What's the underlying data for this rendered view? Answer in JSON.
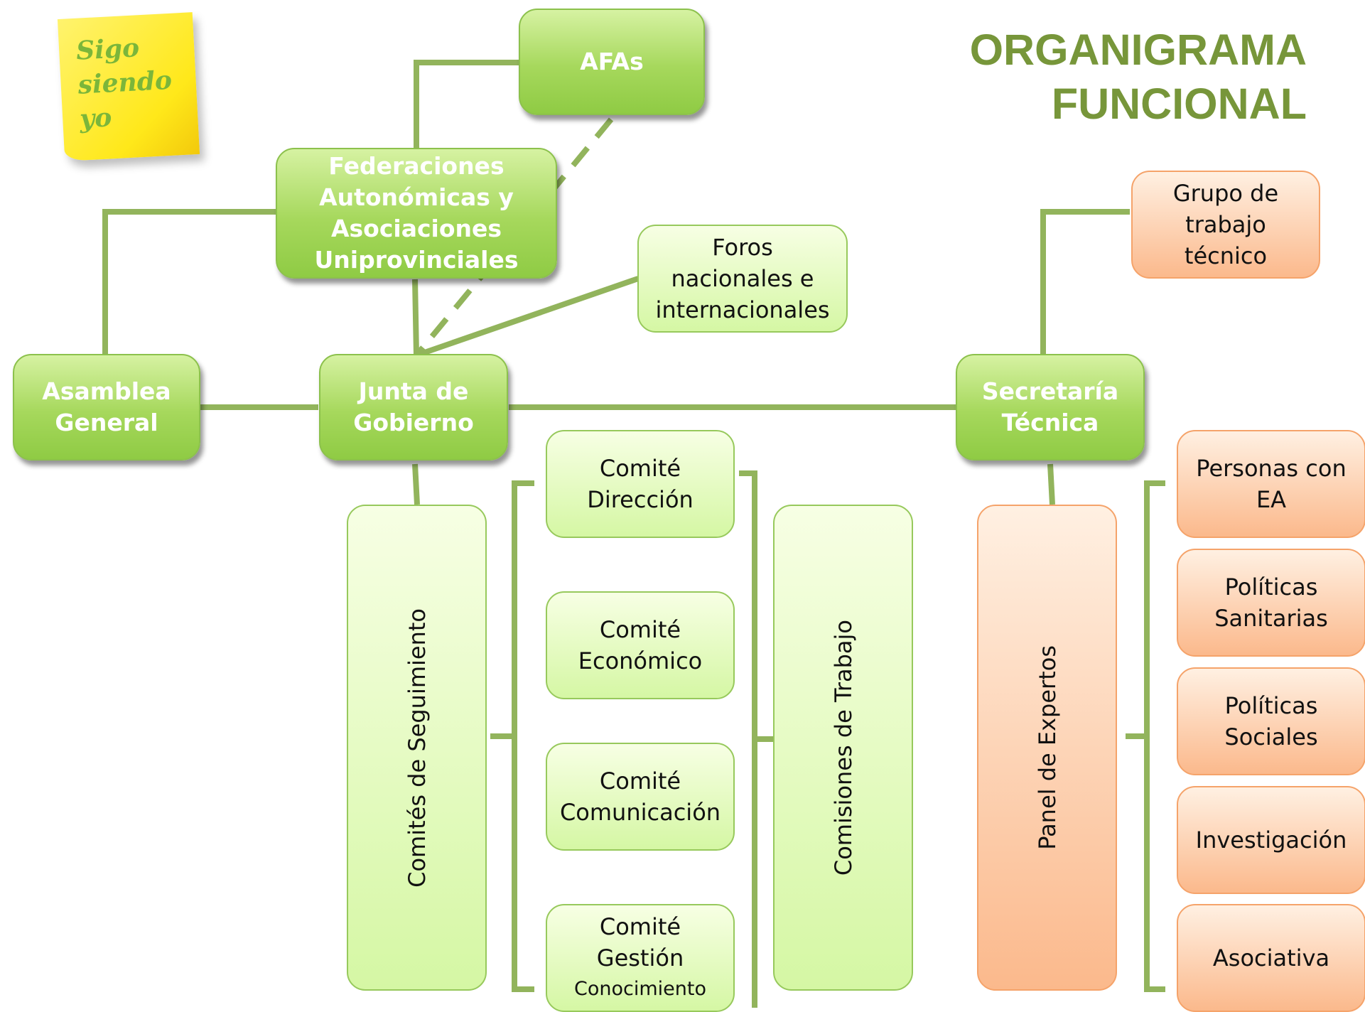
{
  "title": {
    "line1": "ORGANIGRAMA",
    "line2": "FUNCIONAL"
  },
  "logo": {
    "line1": "Sigo",
    "line2": "siendo",
    "line3": "yo"
  },
  "colors": {
    "green_node": "#99d34c",
    "light_green_node": "#e6fbbf",
    "orange_node": "#fcc39c",
    "connector": "#92b45c",
    "title": "#77963a",
    "sticky_note": "#ffe924"
  },
  "nodes": {
    "afas": "AFAs",
    "federaciones": {
      "line1": "Federaciones",
      "line2": "Autonómicas y",
      "line3": "Asociaciones",
      "line4": "Uniprovinciales"
    },
    "foros": {
      "line1": "Foros",
      "line2": "nacionales e",
      "line3": "internacionales"
    },
    "asamblea": {
      "line1": "Asamblea",
      "line2": "General"
    },
    "junta": {
      "line1": "Junta de",
      "line2": "Gobierno"
    },
    "secretaria": {
      "line1": "Secretaría",
      "line2": "Técnica"
    },
    "grupo_trabajo": {
      "line1": "Grupo de",
      "line2": "trabajo",
      "line3": "técnico"
    },
    "comites_seguimiento": "Comités de Seguimiento",
    "comisiones_trabajo": "Comisiones de Trabajo",
    "panel_expertos": "Panel de Expertos",
    "comite_direccion": {
      "line1": "Comité",
      "line2": "Dirección"
    },
    "comite_economico": {
      "line1": "Comité",
      "line2": "Económico"
    },
    "comite_comunicacion": {
      "line1": "Comité",
      "line2": "Comunicación"
    },
    "comite_gestion": {
      "line1": "Comité",
      "line2": "Gestión",
      "line3": "Conocimiento"
    },
    "personas_ea": {
      "line1": "Personas con",
      "line2": "EA"
    },
    "politicas_sanitarias": {
      "line1": "Políticas",
      "line2": "Sanitarias"
    },
    "politicas_sociales": {
      "line1": "Políticas",
      "line2": "Sociales"
    },
    "investigacion": "Investigación",
    "asociativa": "Asociativa"
  }
}
